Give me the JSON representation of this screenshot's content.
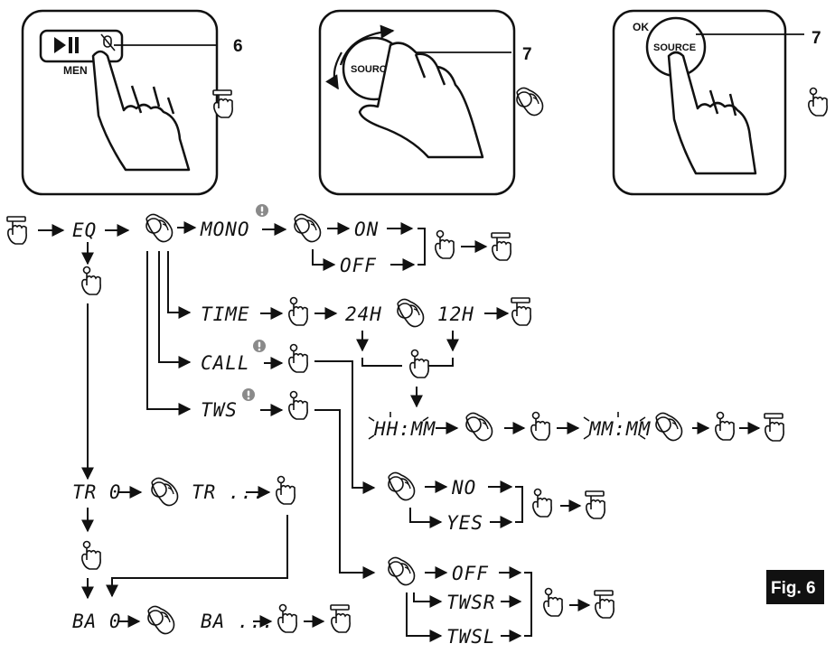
{
  "panels": {
    "p1": {
      "menu_label": "MEN",
      "callout": "6"
    },
    "p2": {
      "knob_label": "SOURCE",
      "callout": "7"
    },
    "p3": {
      "ok_label": "OK",
      "knob_label": "SOURCE",
      "callout": "7"
    }
  },
  "flow": {
    "eq": "EQ",
    "mono": "MONO",
    "on": "ON",
    "off": "OFF",
    "time": "TIME",
    "h24": "24H",
    "h12": "12H",
    "call": "CALL",
    "tws": "TWS",
    "hhmm": "HH:MM",
    "mmmm": "MM:MM",
    "no": "NO",
    "yes": "YES",
    "tws_off": "OFF",
    "twsr": "TWSR",
    "twsl": "TWSL",
    "tr0": "TR 0",
    "tr_more": "TR ...",
    "ba0": "BA 0",
    "ba_more": "BA ..."
  },
  "figure_label": "Fig. 6",
  "icons": {
    "hold": "press-hold-icon",
    "press": "short-press-icon",
    "rotate": "rotate-icon",
    "warning": "exclamation-icon"
  }
}
